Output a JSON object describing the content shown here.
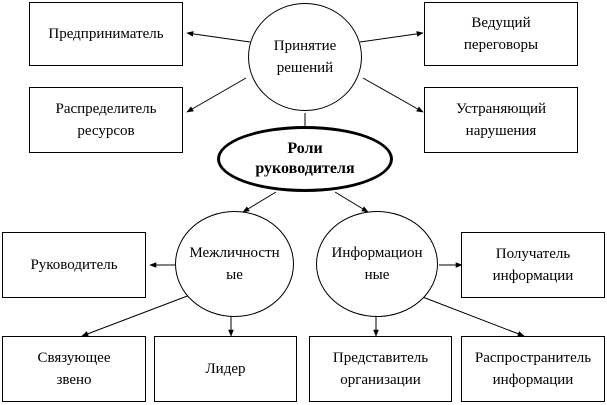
{
  "nodes": {
    "center": "Роли\nруководителя",
    "decisions": "Принятие\nрешений",
    "interpersonal": "Межличностн\nые",
    "informational": "Информацион\nные",
    "entrepreneur": "Предприниматель",
    "negotiator": "Ведущий\nпереговоры",
    "resource_allocator": "Распределитель\nресурсов",
    "disturbance_handler": "Устраняющий\nнарушения",
    "figurehead": "Руководитель",
    "liaison": "Связующее\nзвено",
    "leader": "Лидер",
    "monitor": "Получатель\nинформации",
    "spokesperson": "Представитель\nорганизации",
    "disseminator": "Распространитель\nинформации"
  }
}
